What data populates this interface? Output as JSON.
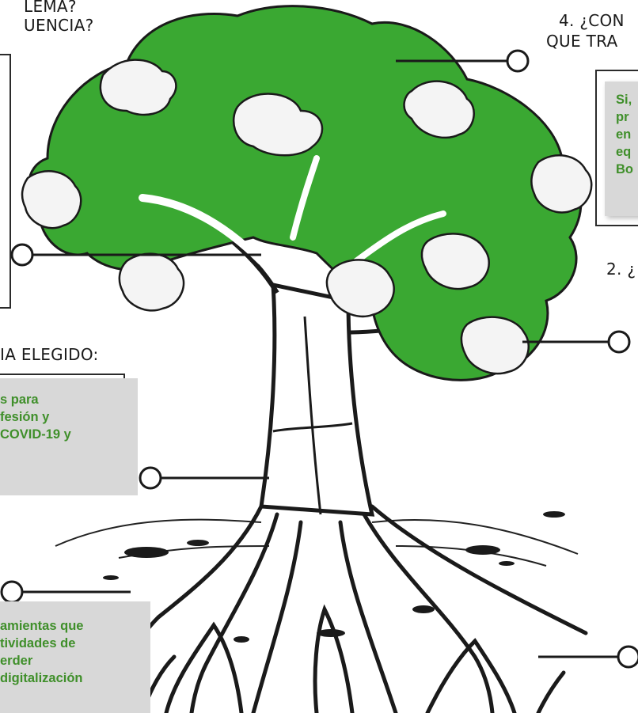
{
  "headings": {
    "h1_line1": "LEMA?",
    "h1_line2": "UENCIA?",
    "h4_line1": "4. ¿CON",
    "h4_line2": "QUE TRA",
    "h2": "2. ¿",
    "tema": "IA ELEGIDO:"
  },
  "boxes": {
    "right_box_lines": [
      "Si,",
      "pr",
      "en",
      "eq",
      "Bo"
    ],
    "tema_box_lines": [
      "s para",
      "fesión y",
      " COVID-19 y"
    ],
    "bottom_box_lines": [
      "amientas que",
      "tividades de",
      "erder",
      " digitalización",
      ""
    ]
  },
  "colors": {
    "foliage": "#3aa832",
    "box_bg": "#d8d8d8",
    "box_text": "#3f8f2a",
    "line": "#1a1a1a"
  }
}
